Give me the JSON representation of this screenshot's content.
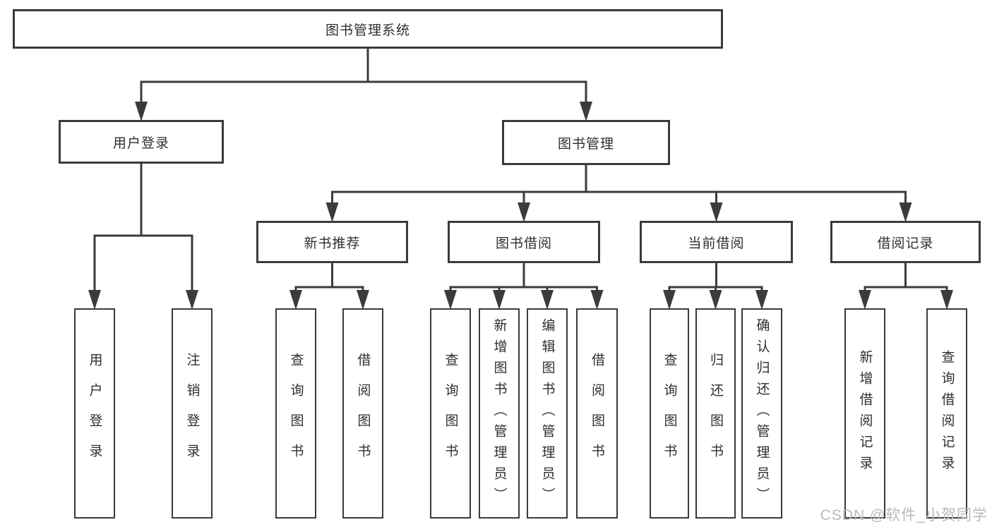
{
  "diagram": {
    "nodes": [
      {
        "id": "root",
        "label": "图书管理系统"
      },
      {
        "id": "login",
        "label": "用户登录"
      },
      {
        "id": "mgmt",
        "label": "图书管理"
      },
      {
        "id": "recommend",
        "label": "新书推荐"
      },
      {
        "id": "borrow",
        "label": "图书借阅"
      },
      {
        "id": "current",
        "label": "当前借阅"
      },
      {
        "id": "records",
        "label": "借阅记录"
      },
      {
        "id": "login-user",
        "label": "用户登录"
      },
      {
        "id": "login-logout",
        "label": "注销登录"
      },
      {
        "id": "rec-query",
        "label": "查询图书"
      },
      {
        "id": "rec-borrow",
        "label": "借阅图书"
      },
      {
        "id": "borrow-query",
        "label": "查询图书"
      },
      {
        "id": "borrow-add",
        "label": "新增图书（管理员）"
      },
      {
        "id": "borrow-edit",
        "label": "编辑图书（管理员）"
      },
      {
        "id": "borrow-borrow",
        "label": "借阅图书"
      },
      {
        "id": "cur-query",
        "label": "查询图书"
      },
      {
        "id": "cur-return",
        "label": "归还图书"
      },
      {
        "id": "cur-confirm",
        "label": "确认归还（管理员）"
      },
      {
        "id": "rec2-add",
        "label": "新增借阅记录"
      },
      {
        "id": "rec2-query",
        "label": "查询借阅记录"
      }
    ],
    "edges": [
      [
        "root",
        "login"
      ],
      [
        "root",
        "mgmt"
      ],
      [
        "login",
        "login-user"
      ],
      [
        "login",
        "login-logout"
      ],
      [
        "mgmt",
        "recommend"
      ],
      [
        "mgmt",
        "borrow"
      ],
      [
        "mgmt",
        "current"
      ],
      [
        "mgmt",
        "records"
      ],
      [
        "recommend",
        "rec-query"
      ],
      [
        "recommend",
        "rec-borrow"
      ],
      [
        "borrow",
        "borrow-query"
      ],
      [
        "borrow",
        "borrow-add"
      ],
      [
        "borrow",
        "borrow-edit"
      ],
      [
        "borrow",
        "borrow-borrow"
      ],
      [
        "current",
        "cur-query"
      ],
      [
        "current",
        "cur-return"
      ],
      [
        "current",
        "cur-confirm"
      ],
      [
        "records",
        "rec2-add"
      ],
      [
        "records",
        "rec2-query"
      ]
    ]
  },
  "watermark": {
    "text": "CSDN @软件_小贺同学"
  },
  "colors": {
    "line": "#3b3b3b",
    "text": "#2f2f2f",
    "background": "#ffffff",
    "watermark": "#b9b9b9"
  }
}
